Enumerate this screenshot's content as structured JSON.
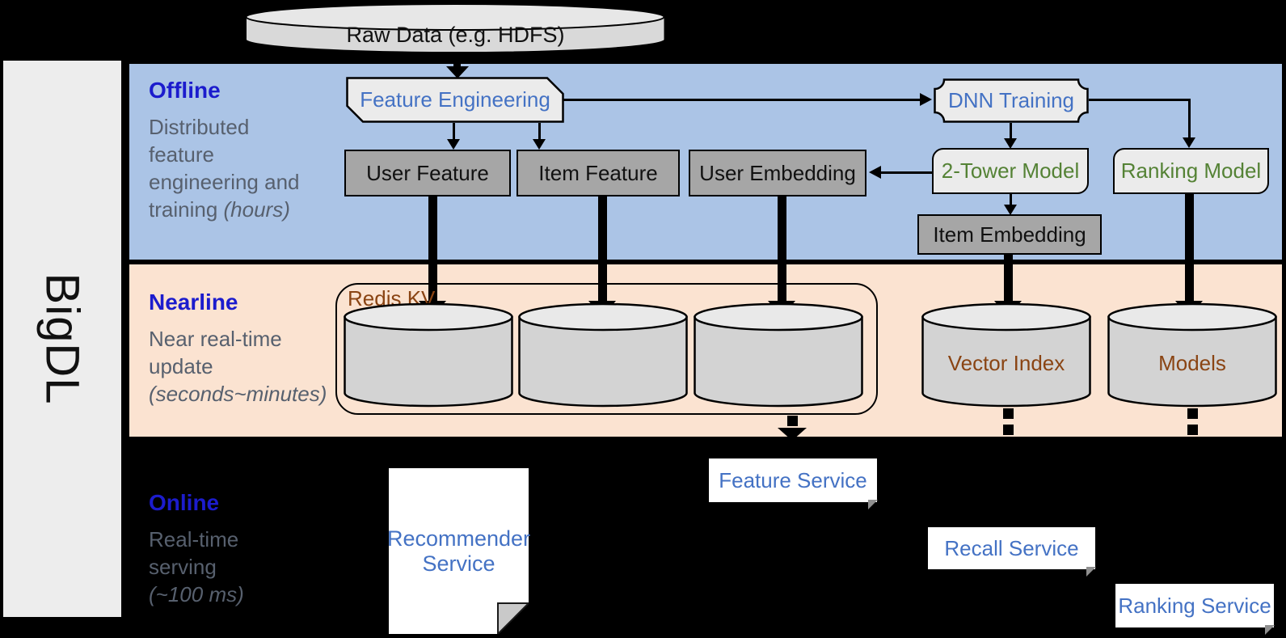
{
  "brand": {
    "name": "BigDL"
  },
  "raw_data": {
    "label": "Raw Data (e.g. HDFS)"
  },
  "sections": {
    "offline": {
      "title": "Offline",
      "desc": [
        "Distributed",
        "feature",
        "engineering and"
      ],
      "desc_tail": "training ",
      "desc_italic": "(hours)"
    },
    "nearline": {
      "title": "Nearline",
      "desc": [
        "Near real-time",
        "update"
      ],
      "desc_italic": "(seconds~minutes)"
    },
    "online": {
      "title": "Online",
      "desc": [
        "Real-time",
        "serving"
      ],
      "desc_italic": "(~100 ms)"
    }
  },
  "nodes": {
    "feature_engineering": "Feature Engineering",
    "user_feature": "User Feature",
    "item_feature": "Item Feature",
    "user_embedding": "User Embedding",
    "dnn_training": "DNN Training",
    "two_tower_model": "2-Tower Model",
    "ranking_model": "Ranking Model",
    "item_embedding": "Item Embedding",
    "redis_kv": "Redis KV",
    "vector_index": "Vector Index",
    "models": "Models",
    "recommender_service": "Recommender Service",
    "feature_service": "Feature Service",
    "recall_service": "Recall Service",
    "ranking_service": "Ranking Service"
  },
  "edges": [
    {
      "from": "raw_data",
      "to": "feature_engineering",
      "style": "thin"
    },
    {
      "from": "feature_engineering",
      "to": "user_feature",
      "style": "thin"
    },
    {
      "from": "feature_engineering",
      "to": "item_feature",
      "style": "thin"
    },
    {
      "from": "feature_engineering",
      "to": "dnn_training",
      "style": "thin"
    },
    {
      "from": "dnn_training",
      "to": "two_tower_model",
      "style": "thin"
    },
    {
      "from": "dnn_training",
      "to": "ranking_model",
      "style": "thin"
    },
    {
      "from": "two_tower_model",
      "to": "user_embedding",
      "style": "thin"
    },
    {
      "from": "two_tower_model",
      "to": "item_embedding",
      "style": "thin"
    },
    {
      "from": "user_feature",
      "to": "redis_kv",
      "style": "thick"
    },
    {
      "from": "item_feature",
      "to": "redis_kv",
      "style": "thick"
    },
    {
      "from": "user_embedding",
      "to": "redis_kv",
      "style": "thick"
    },
    {
      "from": "item_embedding",
      "to": "vector_index",
      "style": "thick"
    },
    {
      "from": "ranking_model",
      "to": "models",
      "style": "thick"
    },
    {
      "from": "redis_kv",
      "to": "feature_service",
      "style": "dashed"
    },
    {
      "from": "vector_index",
      "to": "recall_service",
      "style": "dashed"
    },
    {
      "from": "models",
      "to": "ranking_service",
      "style": "dashed"
    }
  ],
  "colors": {
    "background": "#000000",
    "offline_band": "#abc4e6",
    "nearline_band": "#fbe3d1",
    "sidebar": "#ededed",
    "section_label_blue": "#1c1ccd",
    "desc_gray": "#57606e",
    "node_blue_text": "#4472c4",
    "node_green_text": "#548235",
    "storage_brown_text": "#8a4413",
    "light_box_fill": "#ebebeb",
    "dark_box_fill": "#a6a6a6",
    "cylinder_fill": "#d3d3d3"
  }
}
